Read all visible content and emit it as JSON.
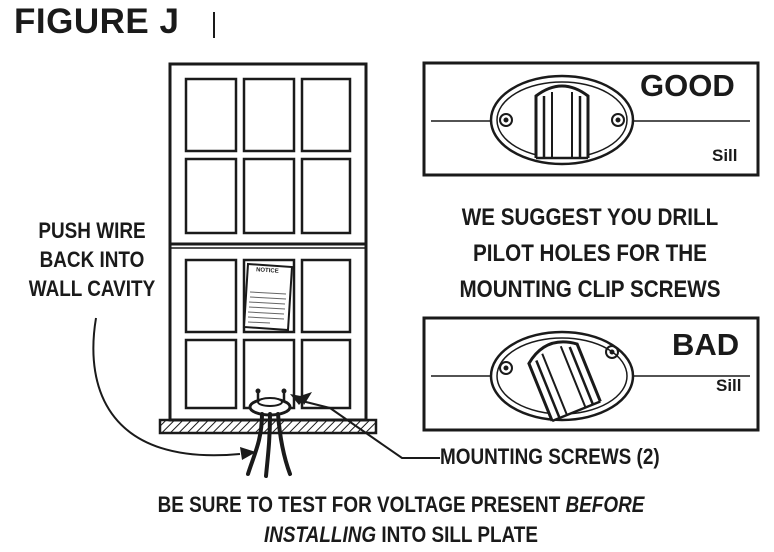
{
  "figure_title": "FIGURE J",
  "captions": {
    "push_wire": [
      "PUSH WIRE",
      "BACK INTO",
      "WALL CAVITY"
    ],
    "suggest": [
      "WE SUGGEST YOU DRILL",
      "PILOT HOLES FOR THE",
      "MOUNTING CLIP SCREWS"
    ],
    "mounting_screws": "MOUNTING SCREWS (2)",
    "footer_line1_start": "BE SURE TO TEST FOR VOLTAGE PRESENT ",
    "footer_line1_emphasis": "BEFORE",
    "footer_line2_emphasis": "INSTALLING",
    "footer_line2_end": " INTO SILL PLATE"
  },
  "panels": {
    "good": {
      "label": "GOOD",
      "sill_label": "Sill"
    },
    "bad": {
      "label": "BAD",
      "sill_label": "Sill"
    }
  },
  "notice_sign": {
    "title": "NOTICE"
  },
  "colors": {
    "ink": "#1a1a1a",
    "background": "#ffffff"
  }
}
